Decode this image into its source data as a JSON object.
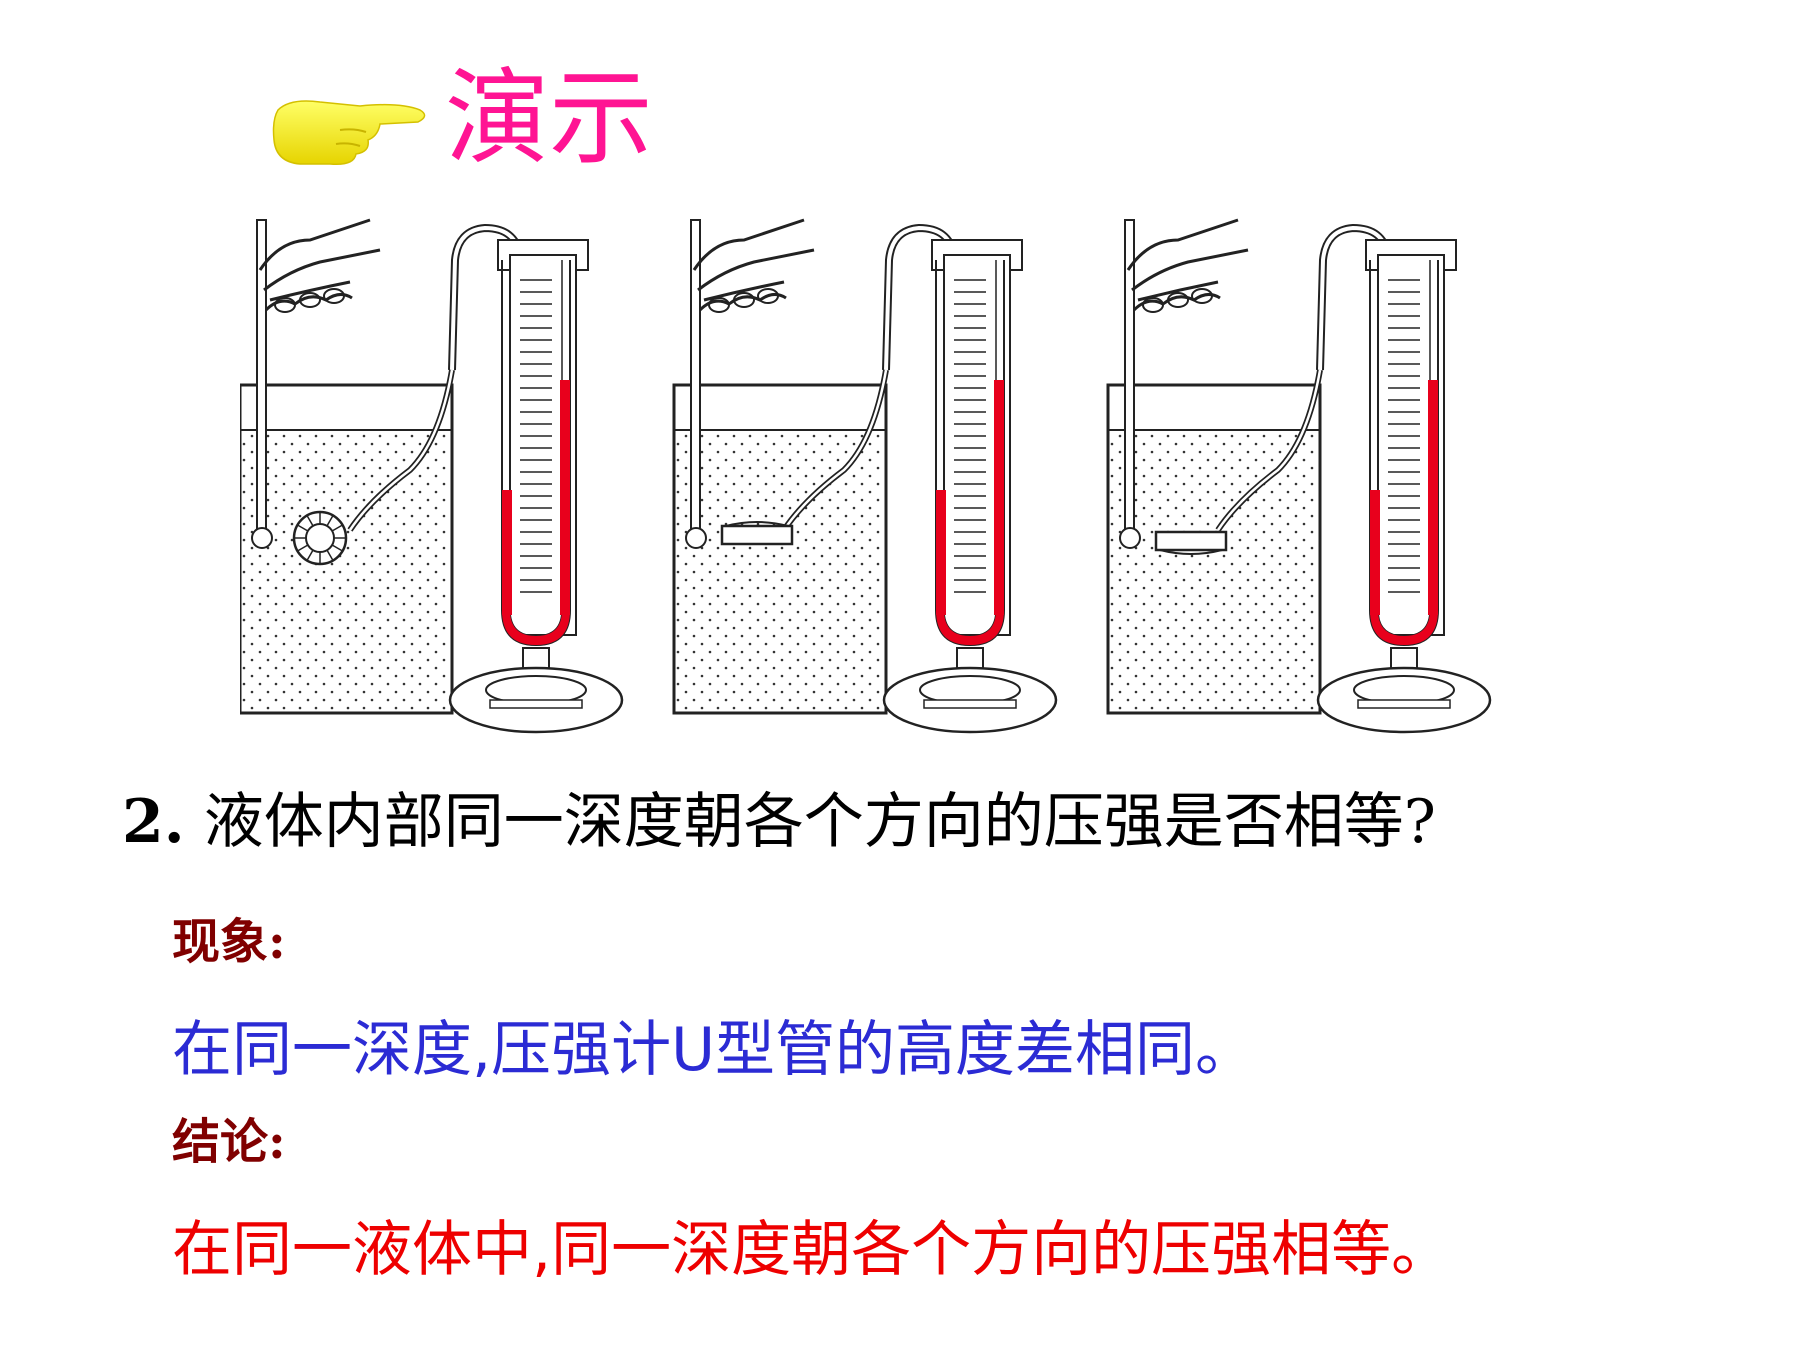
{
  "header": {
    "title": "演示",
    "title_color": "#ff1493",
    "icon": "pointing-hand-icon"
  },
  "apparatus": {
    "panels": [
      {
        "membrane": "facing-sideways"
      },
      {
        "membrane": "facing-up"
      },
      {
        "membrane": "facing-down"
      }
    ],
    "liquid_color": "#e8001c"
  },
  "question": {
    "number": "2.",
    "text": "液体内部同一深度朝各个方向的压强是否相等?"
  },
  "phenomenon": {
    "label": "现象:",
    "text": "在同一深度,压强计U型管的高度差相同。"
  },
  "conclusion": {
    "label": "结论:",
    "text": "在同一液体中,同一深度朝各个方向的压强相等。"
  }
}
